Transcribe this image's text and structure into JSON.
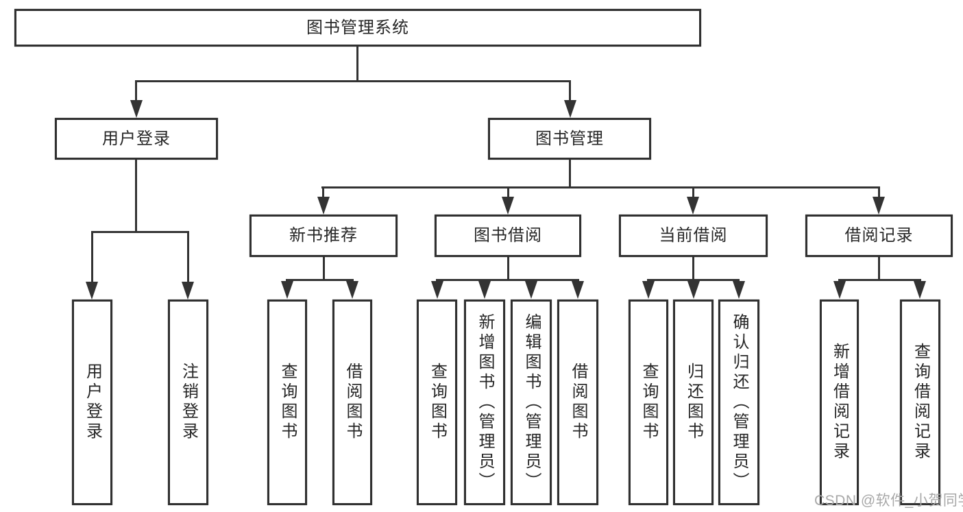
{
  "colors": {
    "line": "#333333",
    "border": "#303030",
    "text": "#262626",
    "background": "#ffffff",
    "watermark": "#a8a8a8"
  },
  "watermark": {
    "text": "CSDN @软件_小贺同学"
  },
  "tree": {
    "root": "图书管理系统",
    "children": [
      {
        "label": "用户登录",
        "children": [
          "用户登录",
          "注销登录"
        ]
      },
      {
        "label": "图书管理",
        "children": [
          {
            "label": "新书推荐",
            "children": [
              "查询图书",
              "借阅图书"
            ]
          },
          {
            "label": "图书借阅",
            "children": [
              "查询图书",
              "新增图书（管理员）",
              "编辑图书（管理员）",
              "借阅图书"
            ]
          },
          {
            "label": "当前借阅",
            "children": [
              "查询图书",
              "归还图书",
              "确认归还（管理员）"
            ]
          },
          {
            "label": "借阅记录",
            "children": [
              "新增借阅记录",
              "查询借阅记录"
            ]
          }
        ]
      }
    ]
  }
}
